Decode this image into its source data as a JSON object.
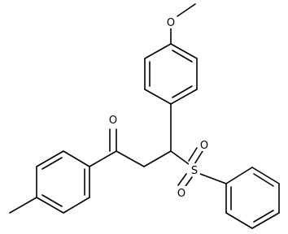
{
  "structure": {
    "atoms": {
      "o_methoxy": "O",
      "o_carbonyl": "O",
      "s_sulfonyl": "S",
      "o_sulfonyl_1": "O",
      "o_sulfonyl_2": "O"
    }
  },
  "colors": {
    "bond": "#000000",
    "background": "#ffffff"
  }
}
